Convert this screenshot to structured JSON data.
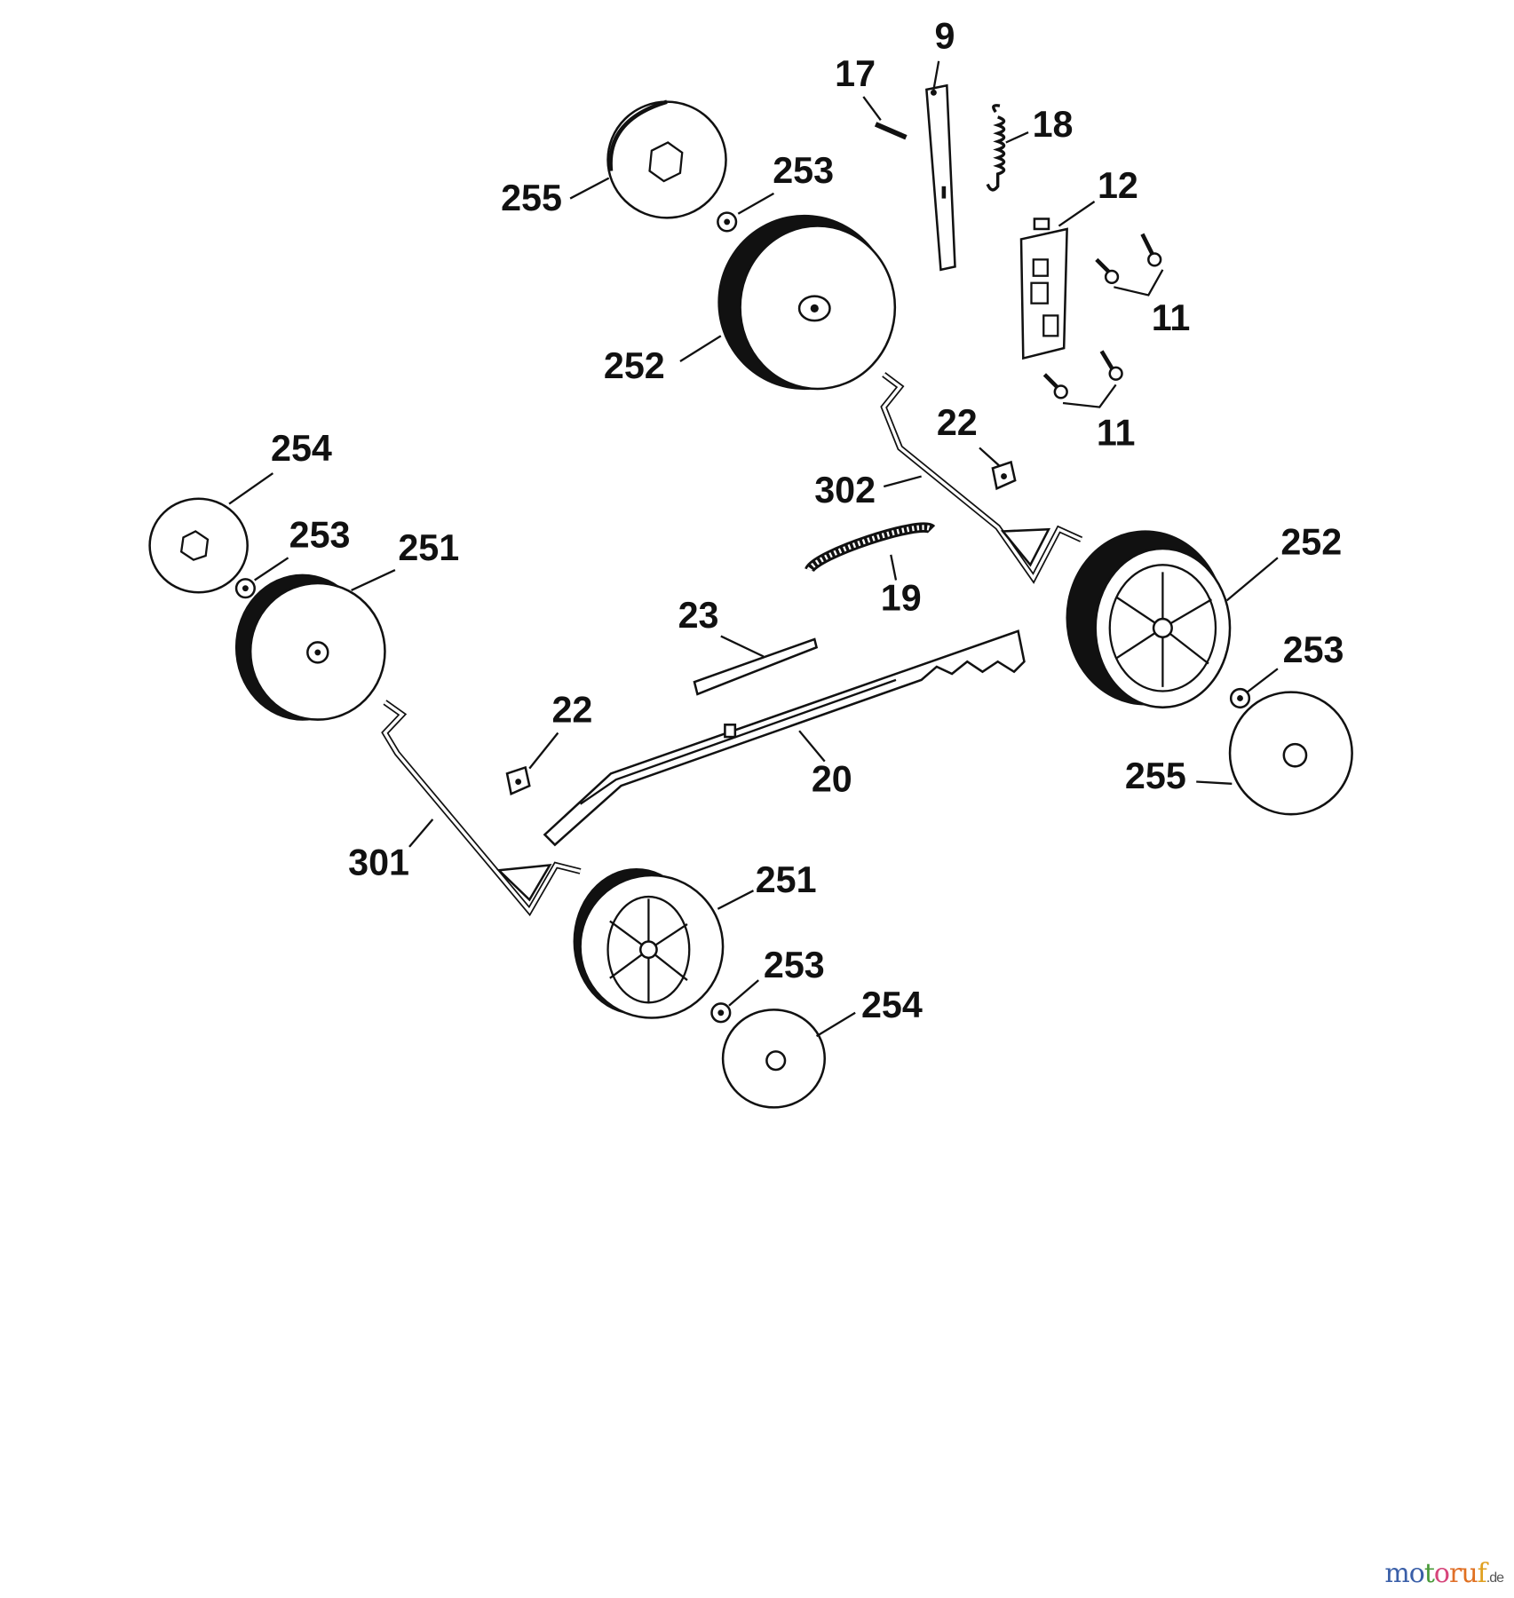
{
  "labels": {
    "p9": "9",
    "p17": "17",
    "p18": "18",
    "p12": "12",
    "p255_top": "255",
    "p253_top": "253",
    "p11_a": "11",
    "p252_top": "252",
    "p11_b": "11",
    "p22_right": "22",
    "p302": "302",
    "p254_left": "254",
    "p253_left": "253",
    "p251_left": "251",
    "p19": "19",
    "p252_right": "252",
    "p23": "23",
    "p253_right": "253",
    "p22_left": "22",
    "p20": "20",
    "p255_right": "255",
    "p301": "301",
    "p251_bottom": "251",
    "p253_bottom": "253",
    "p254_bottom": "254"
  },
  "watermark": {
    "letters": [
      "m",
      "o",
      "t",
      "o",
      "r",
      "u",
      "f"
    ],
    "suffix": ".de",
    "colors": [
      "#3a5fa8",
      "#3a5fa8",
      "#4a9a3a",
      "#d6447a",
      "#e0702a",
      "#e07020",
      "#e0a020"
    ]
  }
}
